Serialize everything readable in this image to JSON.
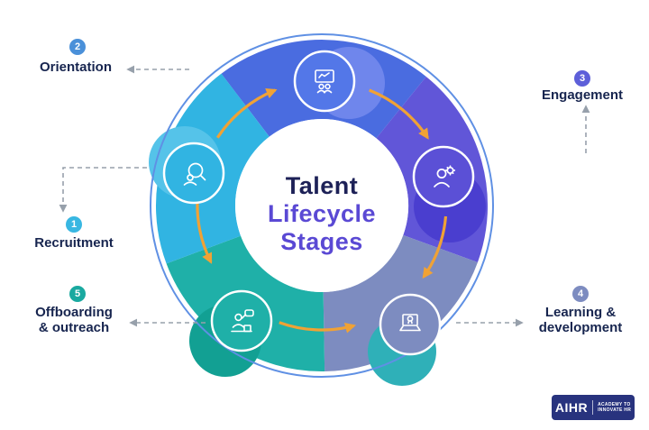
{
  "diagram": {
    "center_title": {
      "line1": "Talent",
      "line2": "Lifecycle",
      "line3": "Stages"
    },
    "title_color_primary": "#1d2157",
    "title_color_accent": "#5a49d4",
    "label_color": "#17254f",
    "arrow_color": "#f0a235",
    "connector_color": "#97a0ab",
    "outline_color": "#5f90e4",
    "stages": [
      {
        "number": "1",
        "label": "Recruitment",
        "badge_color": "#38b7e2",
        "ring_color": "#31b4e2",
        "halo_color": "#55c3e9",
        "icon_circle_color": "#31b4e2",
        "icon": "person-magnifier-icon"
      },
      {
        "number": "2",
        "label": "Orientation",
        "badge_color": "#4a90d9",
        "ring_color": "#4a6ce0",
        "halo_color": "#6f86ec",
        "icon_circle_color": "#5377e8",
        "icon": "presentation-chart-icon"
      },
      {
        "number": "3",
        "label": "Engagement",
        "badge_color": "#5d5fd9",
        "ring_color": "#6156d8",
        "halo_color": "#4a3ecf",
        "icon_circle_color": "#5b50d6",
        "icon": "person-gear-icon"
      },
      {
        "number": "4",
        "label": "Learning & development",
        "badge_color": "#7d8cc0",
        "ring_color": "#7d8cc0",
        "halo_color": "#2fb0b8",
        "icon_circle_color": "#7d8cc0",
        "icon": "laptop-certificate-icon"
      },
      {
        "number": "5",
        "label": "Offboarding & outreach",
        "badge_color": "#1aa9a0",
        "ring_color": "#1fb0a8",
        "halo_color": "#12a093",
        "icon_circle_color": "#1fb0a8",
        "icon": "person-waving-icon"
      }
    ]
  },
  "logo": {
    "brand": "AIHR",
    "tagline_line1": "ACADEMY TO",
    "tagline_line2": "INNOVATE HR",
    "bg": "#28337e"
  }
}
